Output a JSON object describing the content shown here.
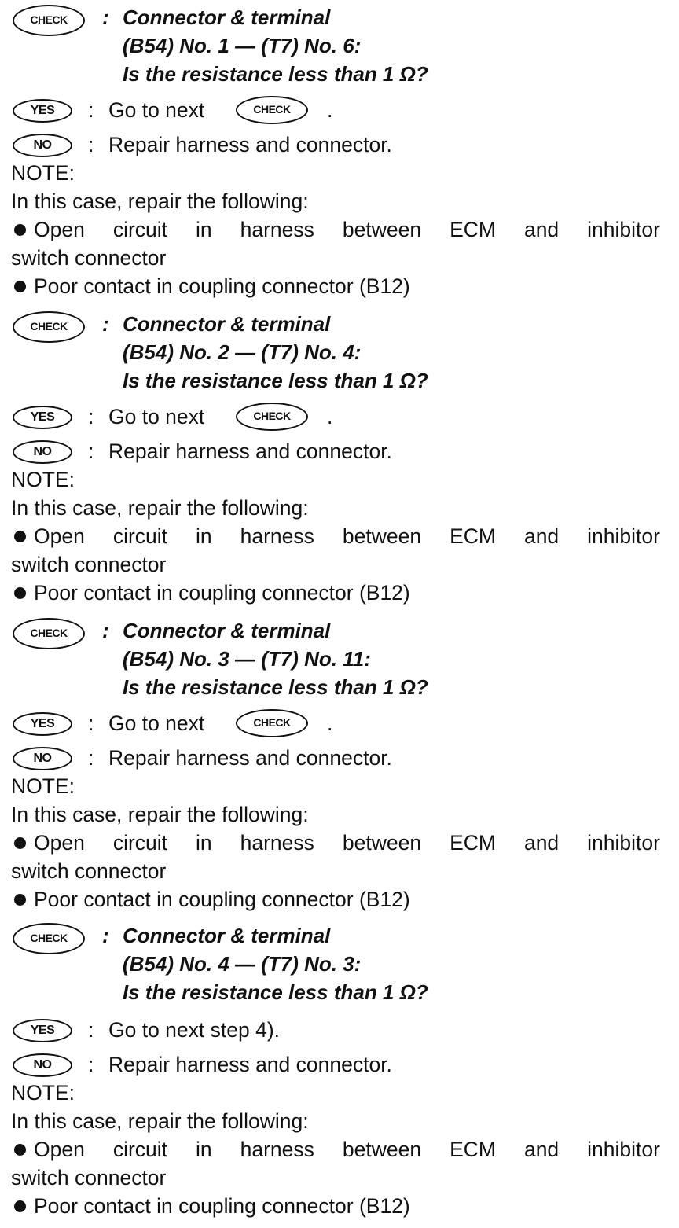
{
  "icons": {
    "check": "CHECK",
    "yes": "YES",
    "no": "NO"
  },
  "checks": [
    {
      "title": "Connector & terminal",
      "terminals": "(B54) No. 1 — (T7) No. 6:",
      "question": "Is the resistance less than 1 Ω?",
      "yes_text": "Go to next",
      "yes_suffix": ".",
      "no_text": "Repair harness and connector.",
      "note_label": "NOTE:",
      "note_intro": "In this case, repair the following:",
      "bullet1_words": [
        "Open",
        "circuit",
        "in",
        "harness",
        "between",
        "ECM",
        "and",
        "inhibitor"
      ],
      "bullet1_cont": "switch connector",
      "bullet2": "Poor contact in coupling connector (B12)"
    },
    {
      "title": "Connector & terminal",
      "terminals": "(B54) No. 2 — (T7) No. 4:",
      "question": "Is the resistance less than 1 Ω?",
      "yes_text": "Go to next",
      "yes_suffix": ".",
      "no_text": "Repair harness and connector.",
      "note_label": "NOTE:",
      "note_intro": "In this case, repair the following:",
      "bullet1_words": [
        "Open",
        "circuit",
        "in",
        "harness",
        "between",
        "ECM",
        "and",
        "inhibitor"
      ],
      "bullet1_cont": "switch connector",
      "bullet2": "Poor contact in coupling connector (B12)"
    },
    {
      "title": "Connector & terminal",
      "terminals": "(B54) No. 3 — (T7) No. 11:",
      "question": "Is the resistance less than 1 Ω?",
      "yes_text": "Go to next",
      "yes_suffix": ".",
      "no_text": "Repair harness and connector.",
      "note_label": "NOTE:",
      "note_intro": "In this case, repair the following:",
      "bullet1_words": [
        "Open",
        "circuit",
        "in",
        "harness",
        "between",
        "ECM",
        "and",
        "inhibitor"
      ],
      "bullet1_cont": "switch connector",
      "bullet2": "Poor contact in coupling connector (B12)"
    },
    {
      "title": "Connector & terminal",
      "terminals": "(B54) No. 4 — (T7) No. 3:",
      "question": "Is the resistance less than 1 Ω?",
      "yes_text": "Go to next step 4).",
      "yes_suffix": "",
      "no_text": "Repair harness and connector.",
      "note_label": "NOTE:",
      "note_intro": "In this case, repair the following:",
      "bullet1_words": [
        "Open",
        "circuit",
        "in",
        "harness",
        "between",
        "ECM",
        "and",
        "inhibitor"
      ],
      "bullet1_cont": "switch connector",
      "bullet2": "Poor contact in coupling connector (B12)"
    }
  ]
}
